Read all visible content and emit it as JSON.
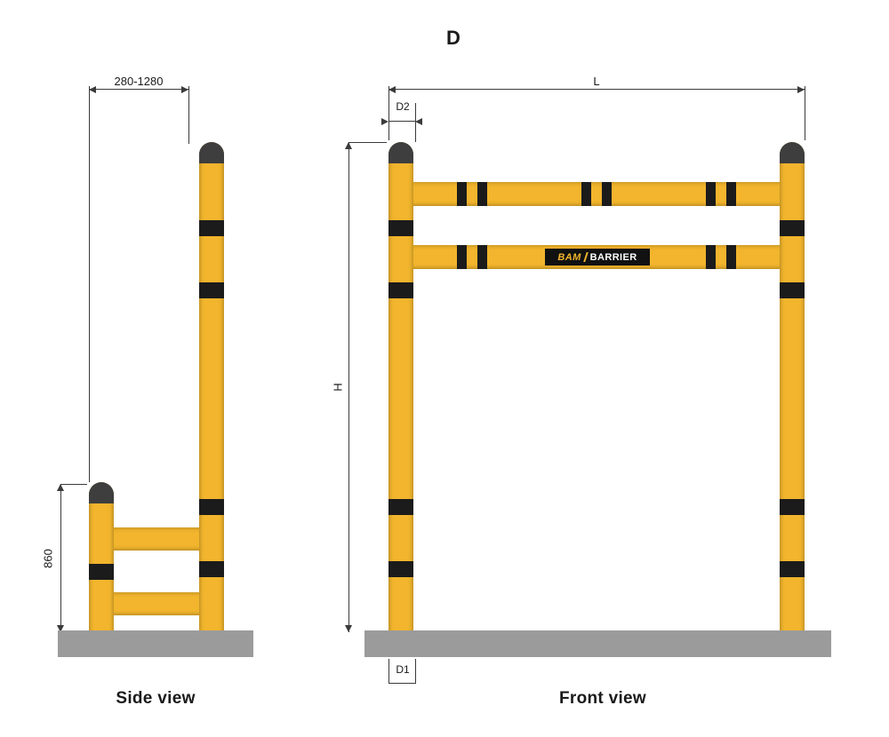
{
  "title": "D",
  "colors": {
    "post_yellow": "#F2B52D",
    "band_black": "#1B1B1B",
    "cap_gray": "#3E3E3E",
    "ground_gray": "#9B9B9B",
    "dim_line": "#3A3A3A",
    "text": "#1A1A1A",
    "logo_bg": "#111111"
  },
  "side_view": {
    "label": "Side view",
    "width_dim": "280-1280",
    "height_dim": "860"
  },
  "front_view": {
    "label": "Front view",
    "length_dim": "L",
    "top_diameter_dim": "D2",
    "height_dim": "H",
    "base_diameter_dim": "D1",
    "logo": {
      "bam": "BAM",
      "barrier": "BARRIER"
    }
  }
}
